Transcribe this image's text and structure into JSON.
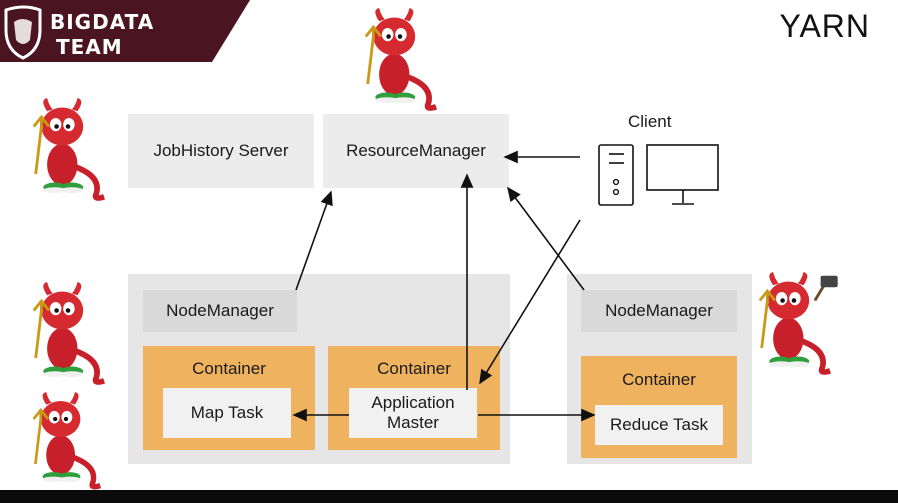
{
  "brand": {
    "line1": "BIGDATA",
    "line2": "TEAM"
  },
  "title": "YARN",
  "client": {
    "label": "Client"
  },
  "servers": {
    "job_history": "JobHistory Server",
    "resource_manager": "ResourceManager"
  },
  "node_left": {
    "node_manager": "NodeManager",
    "container_map": {
      "label": "Container",
      "task": "Map Task"
    },
    "container_am": {
      "label": "Container",
      "task": "Application Master"
    }
  },
  "node_right": {
    "node_manager": "NodeManager",
    "container_reduce": {
      "label": "Container",
      "task": "Reduce Task"
    }
  },
  "colors": {
    "container": "#efb25e",
    "box": "#ececec",
    "panel": "#e6e6e6",
    "brand": "#4a1420",
    "mascot": "#c8202a"
  }
}
